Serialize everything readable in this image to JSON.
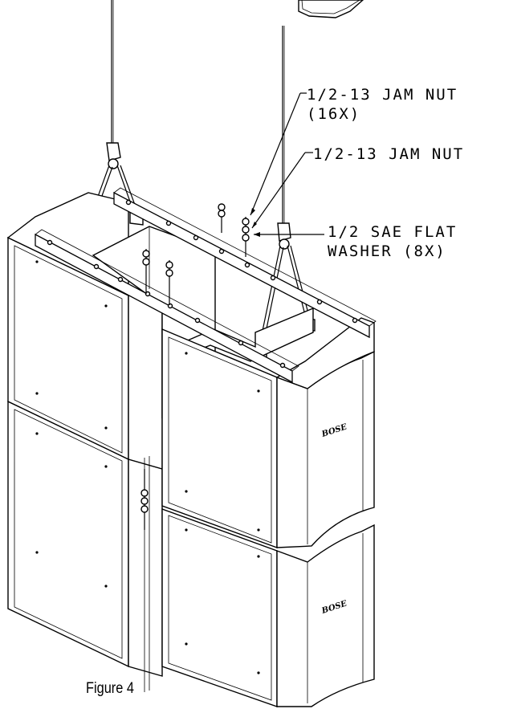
{
  "labels": {
    "jam_nut_16x_line1": "1/2-13 JAM NUT",
    "jam_nut_16x_line2": "(16X)",
    "jam_nut": "1/2-13 JAM NUT",
    "flat_washer_line1": "1/2 SAE FLAT",
    "flat_washer_line2": "WASHER (8X)"
  },
  "caption": "Figure 4",
  "brand_logo_text": "BOSE"
}
